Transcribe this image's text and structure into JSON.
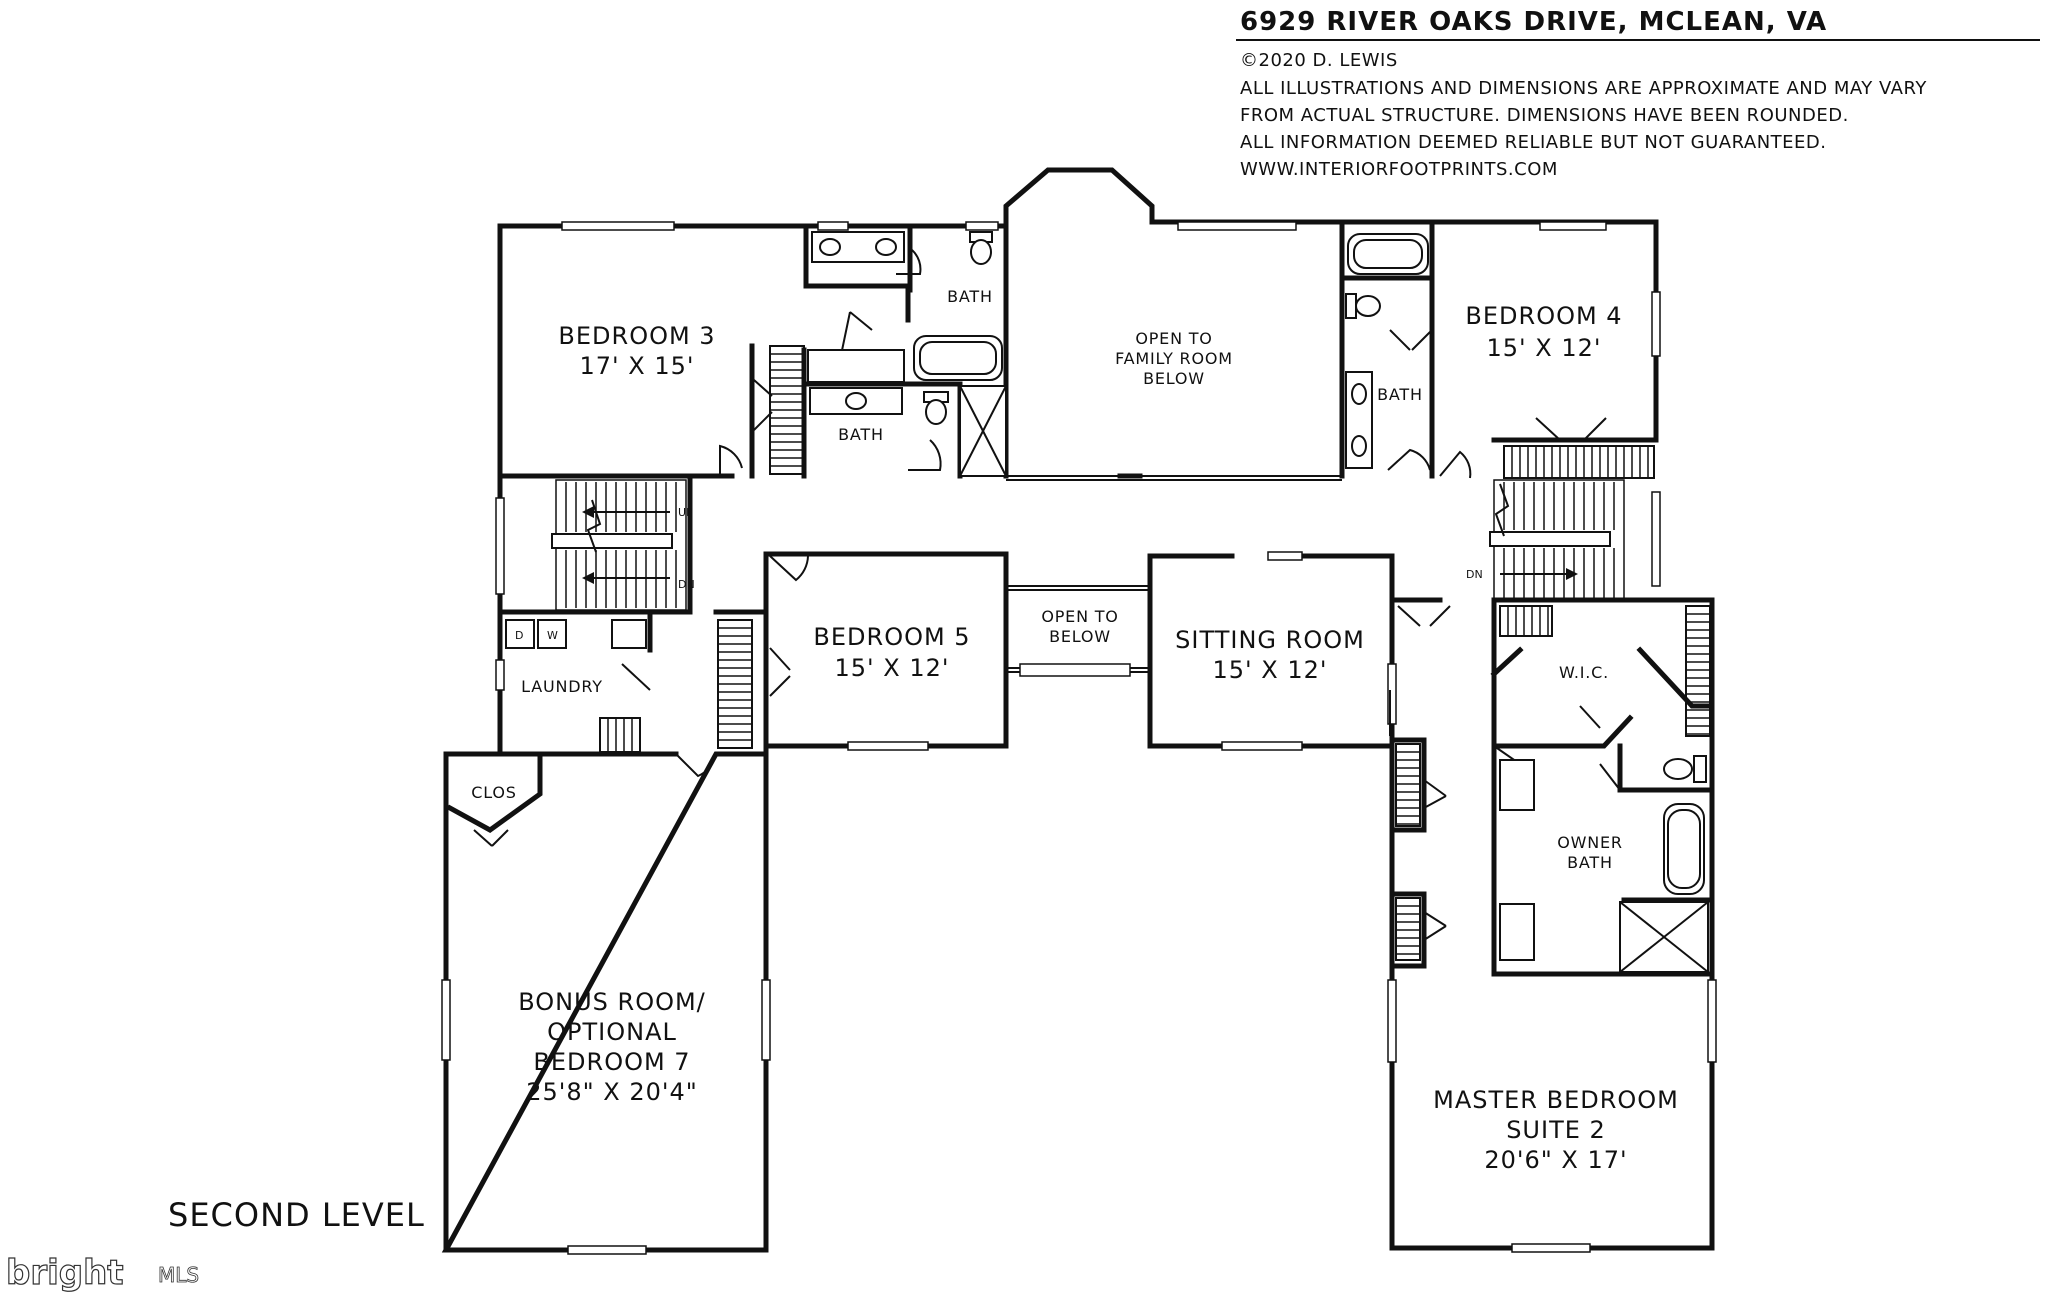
{
  "header": {
    "address": "6929 RIVER OAKS DRIVE, MCLEAN, VA",
    "copyright": "©2020 D. LEWIS",
    "disclaimer_lines": [
      "ALL ILLUSTRATIONS AND DIMENSIONS ARE APPROXIMATE AND MAY VARY",
      "FROM ACTUAL STRUCTURE. DIMENSIONS HAVE BEEN ROUNDED.",
      "ALL INFORMATION DEEMED RELIABLE BUT NOT GUARANTEED.",
      "WWW.INTERIORFOOTPRINTS.COM"
    ]
  },
  "level_label": "SECOND LEVEL",
  "rooms": {
    "bedroom3": {
      "name": "BEDROOM 3",
      "dim": "17' X 15'"
    },
    "bath_top": {
      "name": "BATH"
    },
    "bath_mid": {
      "name": "BATH"
    },
    "open_family": {
      "lines": [
        "OPEN TO",
        "FAMILY ROOM",
        "BELOW"
      ]
    },
    "bath_right": {
      "name": "BATH"
    },
    "bedroom4": {
      "name": "BEDROOM 4",
      "dim": "15' X 12'"
    },
    "bedroom5": {
      "name": "BEDROOM 5",
      "dim": "15' X 12'"
    },
    "open_below": {
      "lines": [
        "OPEN TO",
        "BELOW"
      ]
    },
    "sitting": {
      "name": "SITTING ROOM",
      "dim": "15' X 12'"
    },
    "laundry": {
      "name": "LAUNDRY",
      "d": "D",
      "w": "W"
    },
    "clos": {
      "name": "CLOS"
    },
    "wic": {
      "name": "W.I.C."
    },
    "owner_bath": {
      "lines": [
        "OWNER",
        "BATH"
      ]
    },
    "bonus": {
      "lines": [
        "BONUS ROOM/",
        "OPTIONAL",
        "BEDROOM 7",
        "25'8\" X 20'4\""
      ]
    },
    "master": {
      "lines": [
        "MASTER BEDROOM",
        "SUITE 2",
        "20'6\" X 17'"
      ]
    }
  },
  "stairs": {
    "left_up": "UP",
    "left_dn": "DN",
    "right_dn": "DN"
  },
  "watermark": {
    "brand": "bright",
    "mls": "MLS"
  }
}
